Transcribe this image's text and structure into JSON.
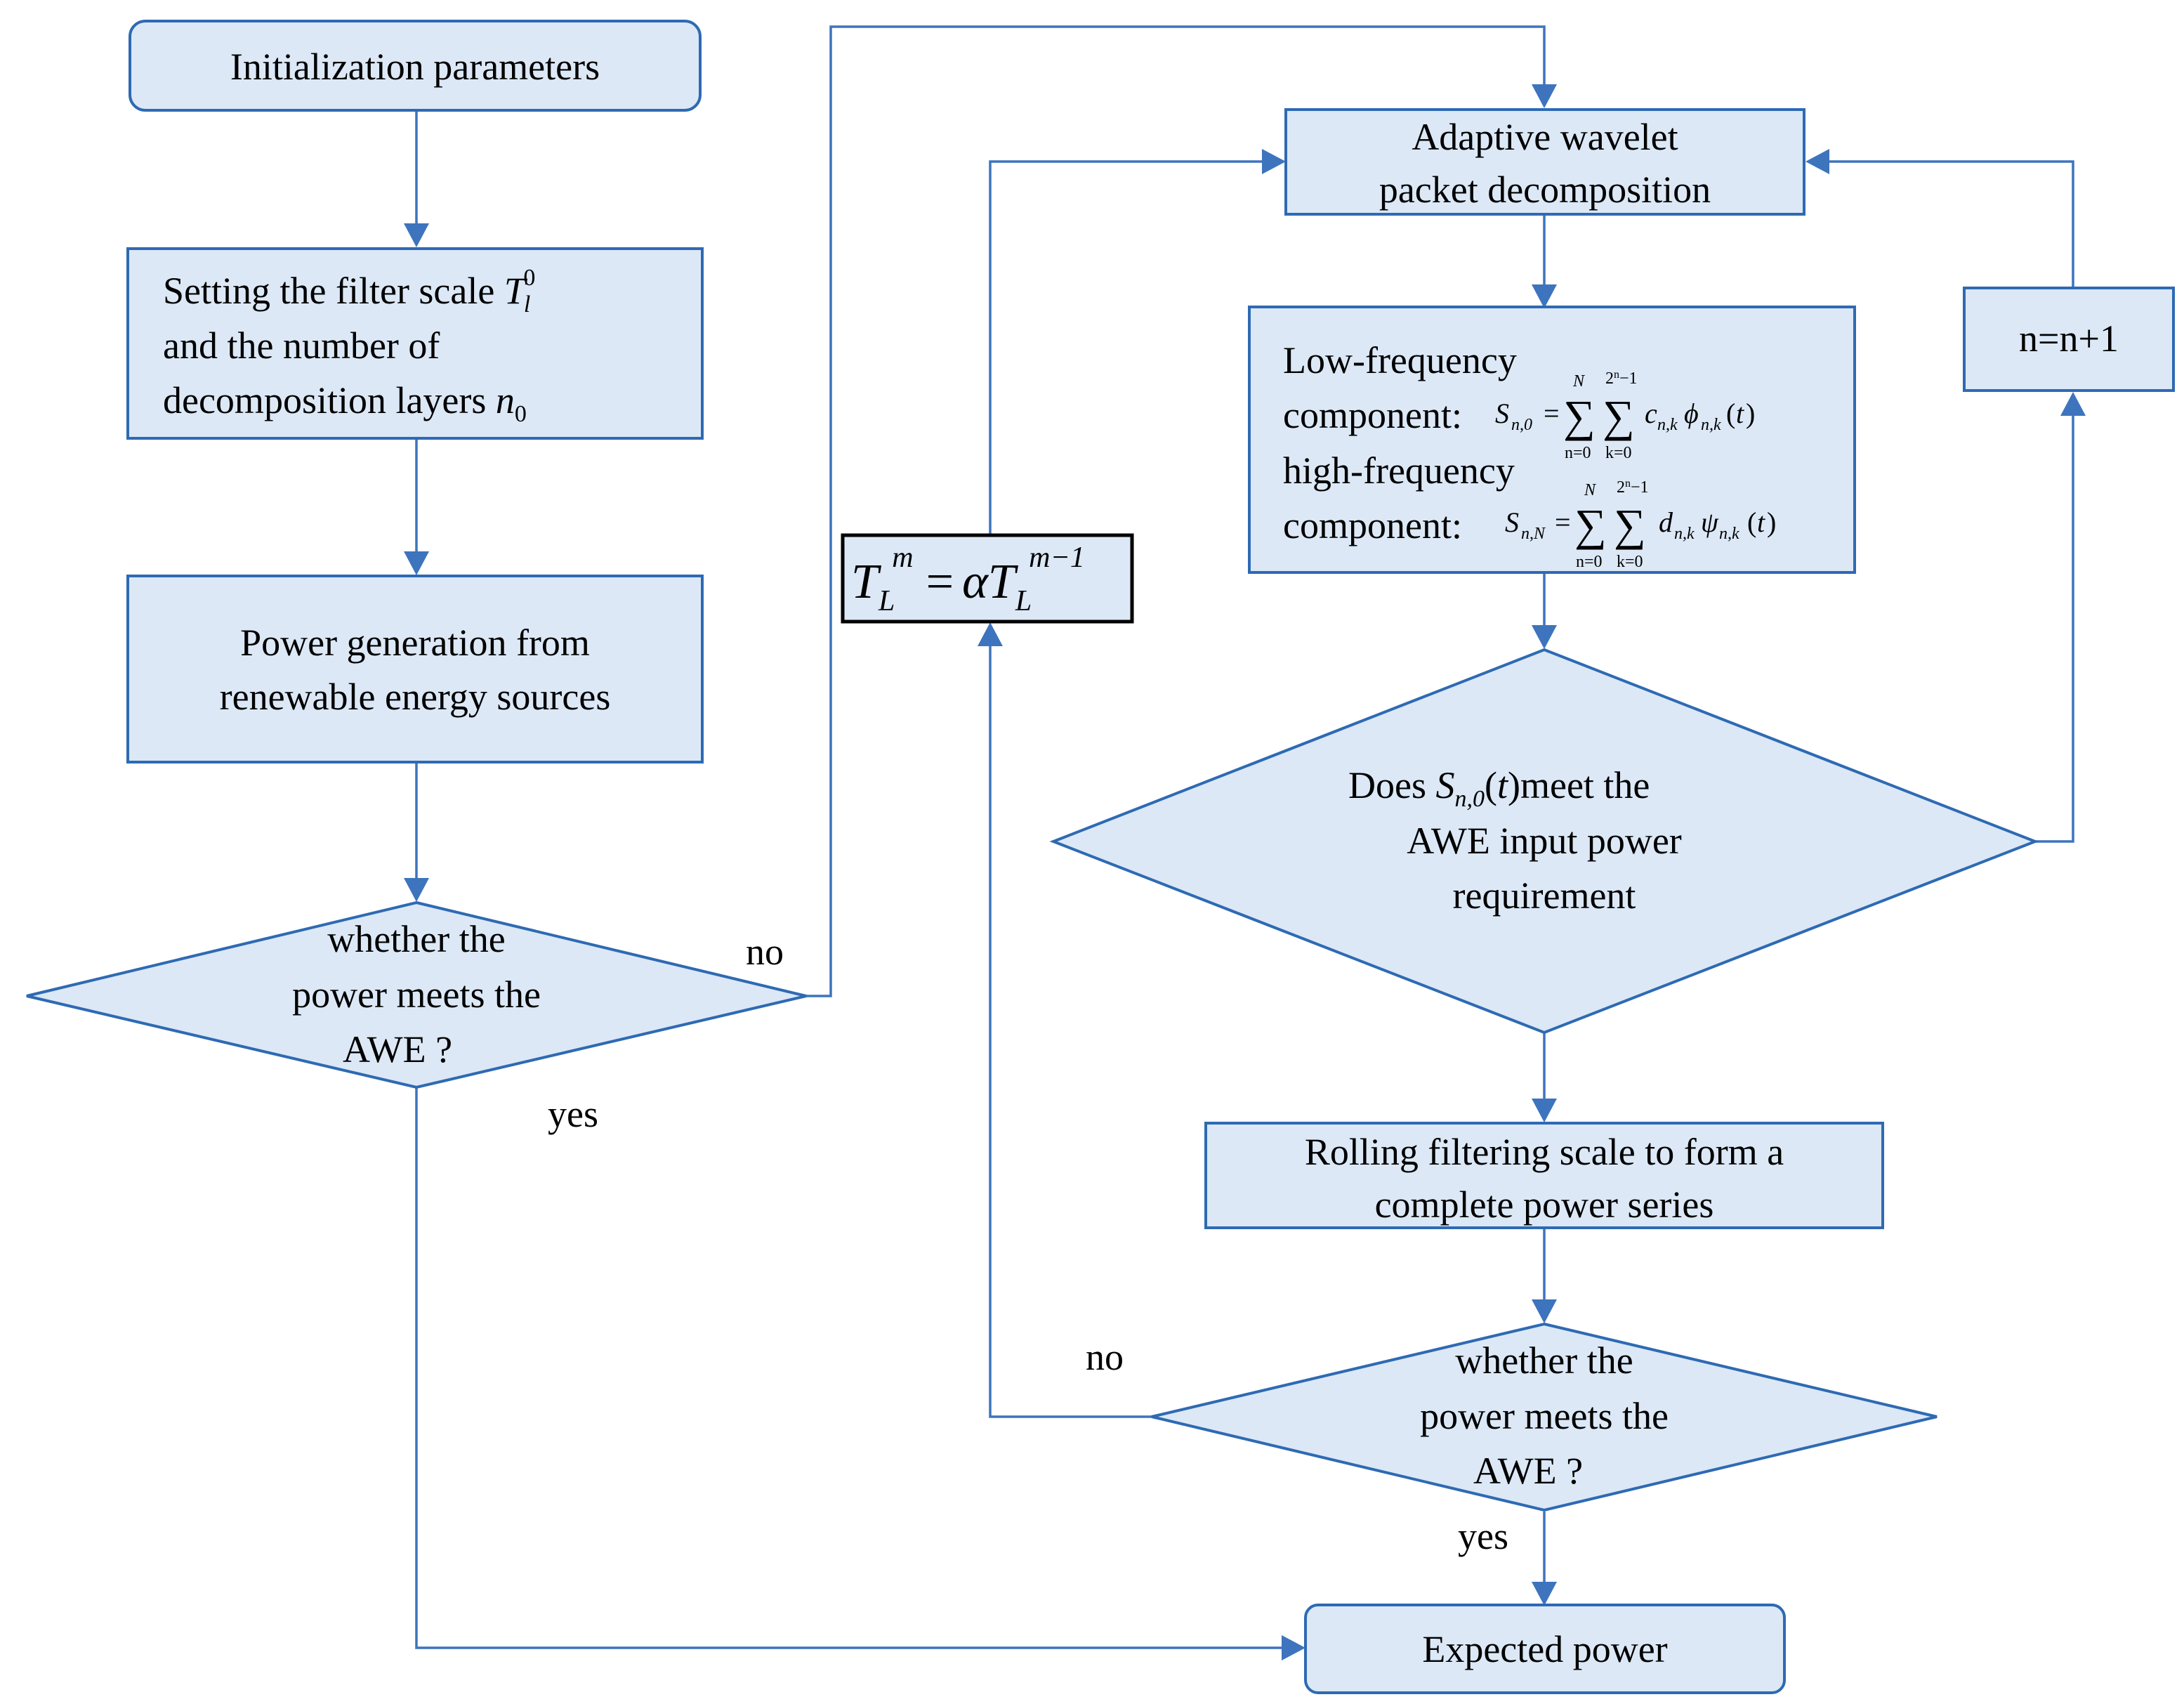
{
  "nodes": {
    "init": {
      "label": "Initialization parameters"
    },
    "setting": {
      "line1": "Setting the filter scale ",
      "var_T": "T",
      "var_T_sub": "l",
      "var_T_sup": "0",
      "line2": "and the number of",
      "line3": "decomposition layers ",
      "var_n": "n",
      "var_n_sub": "0"
    },
    "power_gen": {
      "line1": "Power generation from",
      "line2": "renewable energy sources"
    },
    "decision1": {
      "line1": "whether the",
      "line2": "power meets the",
      "line3": "AWE ?"
    },
    "awpd": {
      "line1": "Adaptive wavelet",
      "line2": "packet decomposition"
    },
    "components": {
      "low_line1": "Low-frequency",
      "low_line2": "component",
      "high_line1": "high-frequency",
      "high_line2": "component"
    },
    "nplus": {
      "label": "n=n+1"
    },
    "decision2": {
      "line1_pre": "Does ",
      "line1_post": "meet the",
      "line2": "AWE input power",
      "line3": "requirement"
    },
    "rolling": {
      "line1": "Rolling filtering scale to form a",
      "line2": "complete power series"
    },
    "decision3": {
      "line1": "whether the",
      "line2": "power meets the",
      "line3": "AWE ?"
    },
    "expected": {
      "label": "Expected power"
    },
    "update_formula": {
      "lhs": "T",
      "lhs_sub": "L",
      "lhs_sup": "m",
      "eq": "=",
      "alpha": "α",
      "rhs": "T",
      "rhs_sub": "L",
      "rhs_sup": "m−1"
    }
  },
  "edge_labels": {
    "d1_no": "no",
    "d1_yes": "yes",
    "d3_no": "no",
    "d3_yes": "yes"
  },
  "colors": {
    "box_fill": "#dce8f6",
    "box_stroke": "#2e6ab3",
    "arrow": "#3d74bd"
  }
}
